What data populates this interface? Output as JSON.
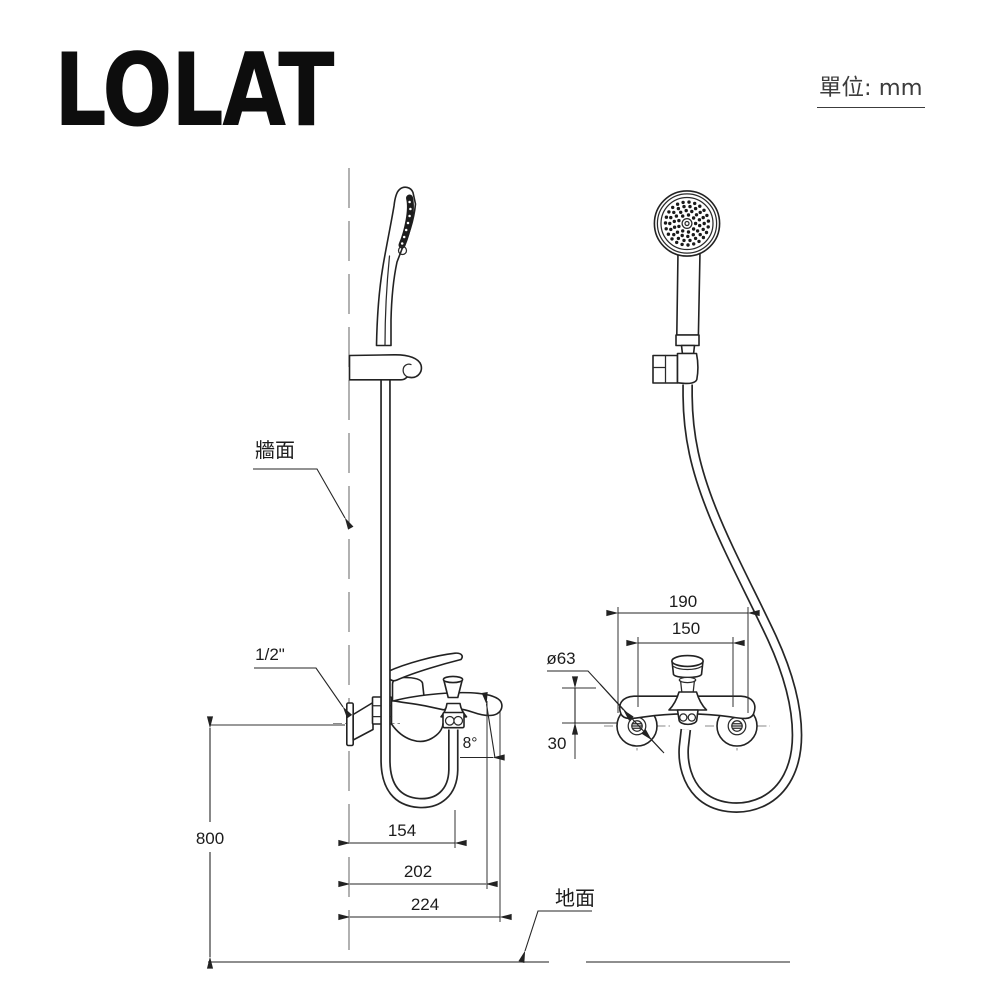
{
  "brand": {
    "logo_text": "LOLAT"
  },
  "unit_note": {
    "text": "單位: mm"
  },
  "side_view": {
    "wall_label": "牆面",
    "inlet_label": "1/2\"",
    "angle_label": "8°",
    "ground_label": "地面",
    "dims": {
      "height_from_ground": "800",
      "reach_inner": "154",
      "reach_mid": "202",
      "reach_outer": "224"
    }
  },
  "front_view": {
    "flange_diameter_label": "ø63",
    "dims": {
      "overall_width": "190",
      "inlet_centers": "150",
      "vertical_offset": "30"
    }
  },
  "colors": {
    "line_ink": "#222222",
    "dimension_ink": "#262626",
    "centerline_gray": "#8a8a8a",
    "wall_line_gray": "#787878",
    "ground_gray": "#4a4a4a",
    "logo_black": "#0d0d0d"
  }
}
